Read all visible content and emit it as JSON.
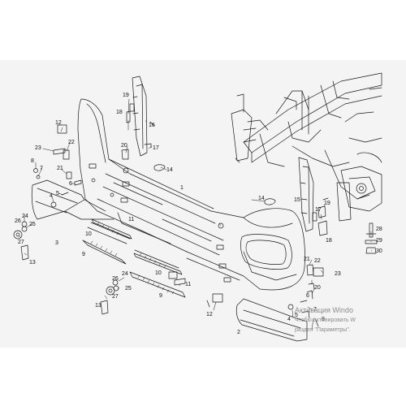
{
  "diagram": {
    "part_labels": [
      {
        "id": "l19a",
        "text": "19"
      },
      {
        "id": "l18a",
        "text": "18"
      },
      {
        "id": "l16",
        "text": "16"
      },
      {
        "id": "l20a",
        "text": "20"
      },
      {
        "id": "l17a",
        "text": "17"
      },
      {
        "id": "l12a",
        "text": "12"
      },
      {
        "id": "l22a",
        "text": "22"
      },
      {
        "id": "l23a",
        "text": "23"
      },
      {
        "id": "l8a",
        "text": "8"
      },
      {
        "id": "l7a",
        "text": "7"
      },
      {
        "id": "l21a",
        "text": "21"
      },
      {
        "id": "l6a",
        "text": "6"
      },
      {
        "id": "l14a",
        "text": "14"
      },
      {
        "id": "l1",
        "text": "1"
      },
      {
        "id": "l5a",
        "text": "5"
      },
      {
        "id": "l4a",
        "text": "4"
      },
      {
        "id": "l24a",
        "text": "24"
      },
      {
        "id": "l26a",
        "text": "26"
      },
      {
        "id": "l25a",
        "text": "25"
      },
      {
        "id": "l27a",
        "text": "27"
      },
      {
        "id": "l3",
        "text": "3"
      },
      {
        "id": "l13a",
        "text": "13"
      },
      {
        "id": "l10a",
        "text": "10"
      },
      {
        "id": "l11a",
        "text": "11"
      },
      {
        "id": "l9a",
        "text": "9"
      },
      {
        "id": "l14b",
        "text": "14"
      },
      {
        "id": "l15",
        "text": "15"
      },
      {
        "id": "l17b",
        "text": "17"
      },
      {
        "id": "l19b",
        "text": "19"
      },
      {
        "id": "l18b",
        "text": "18"
      },
      {
        "id": "l28",
        "text": "28"
      },
      {
        "id": "l29",
        "text": "29"
      },
      {
        "id": "l30",
        "text": "30"
      },
      {
        "id": "l21b",
        "text": "21"
      },
      {
        "id": "l22b",
        "text": "22"
      },
      {
        "id": "l23b",
        "text": "23"
      },
      {
        "id": "l20b",
        "text": "20"
      },
      {
        "id": "l6b",
        "text": "6"
      },
      {
        "id": "l10b",
        "text": "10"
      },
      {
        "id": "l24b",
        "text": "24"
      },
      {
        "id": "l26b",
        "text": "26"
      },
      {
        "id": "l25b",
        "text": "25"
      },
      {
        "id": "l11b",
        "text": "11"
      },
      {
        "id": "l27b",
        "text": "27"
      },
      {
        "id": "l13b",
        "text": "13"
      },
      {
        "id": "l9b",
        "text": "9"
      },
      {
        "id": "l12b",
        "text": "12"
      },
      {
        "id": "l7b",
        "text": "7"
      },
      {
        "id": "l5b",
        "text": "5"
      },
      {
        "id": "l4b",
        "text": "4"
      },
      {
        "id": "l8b",
        "text": "8"
      },
      {
        "id": "l2",
        "text": "2"
      }
    ]
  },
  "watermark": {
    "line1": "Активация Windo",
    "line2": "Чтобы активировать W",
    "line3": "раздел \"Параметры\"."
  }
}
